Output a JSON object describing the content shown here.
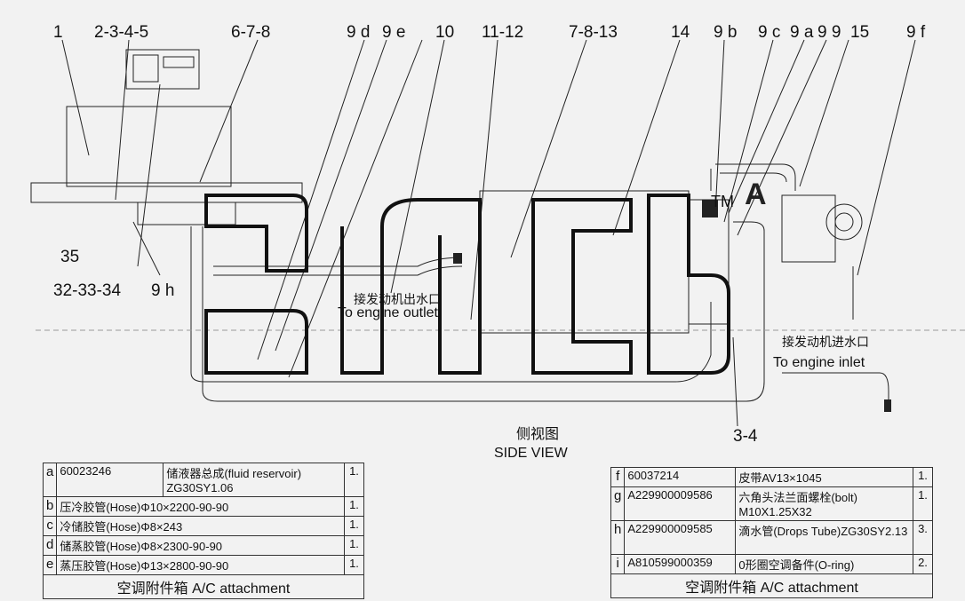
{
  "callouts": {
    "c1": "1",
    "c2345": "2-3-4-5",
    "c678": "6-7-8",
    "c9d": "9 d",
    "c9e": "9  e",
    "c10": "10",
    "c1112": "11-12",
    "c7813": "7-8-13",
    "c14": "14",
    "c9b": "9 b",
    "c9c": "9 c",
    "c9a": "9 a",
    "c99": "9 9",
    "c15": "15",
    "c9f": "9   f",
    "c35": "35",
    "c323334": "32-33-34",
    "c9h": "9  h",
    "c34": "3-4",
    "cA": "A",
    "tm": "TM"
  },
  "notes": {
    "outlet_cn": "接发动机出水口",
    "outlet_en": "To engine outlet",
    "inlet_cn": "接发动机进水口",
    "inlet_en": "To engine inlet",
    "view_cn": "侧视图",
    "view_en": "SIDE  VIEW"
  },
  "table_left": {
    "rows": [
      {
        "key": "a",
        "code": "60023246",
        "desc": "储液器总成(fluid reservoir) ZG30SY1.06",
        "qty": "1."
      },
      {
        "key": "b",
        "code": "",
        "desc": "压冷胶管(Hose)Φ10×2200-90-90",
        "qty": "1."
      },
      {
        "key": "c",
        "code": "",
        "desc": "冷储胶管(Hose)Φ8×243",
        "qty": "1."
      },
      {
        "key": "d",
        "code": "",
        "desc": "储蒸胶管(Hose)Φ8×2300-90-90",
        "qty": "1."
      },
      {
        "key": "e",
        "code": "",
        "desc": "蒸压胶管(Hose)Φ13×2800-90-90",
        "qty": "1."
      }
    ],
    "footer": "空调附件箱    A/C attachment"
  },
  "table_right": {
    "rows": [
      {
        "key": "f",
        "code": "60037214",
        "desc": "皮带AV13×1045",
        "qty": "1."
      },
      {
        "key": "g",
        "code": "A229900009586",
        "desc": "六角头法兰面螺栓(bolt) M10X1.25X32",
        "qty": "1."
      },
      {
        "key": "h",
        "code": "A229900009585",
        "desc": "滴水管(Drops Tube)ZG30SY2.13",
        "qty": "3."
      },
      {
        "key": "i",
        "code": "A810599000359",
        "desc": "0形圈空调备件(O-ring)",
        "qty": "2."
      }
    ],
    "footer": "空调附件箱    A/C attachment"
  },
  "colors": {
    "line": "#222222",
    "background": "#f2f2f2",
    "watermark": "#111111"
  }
}
